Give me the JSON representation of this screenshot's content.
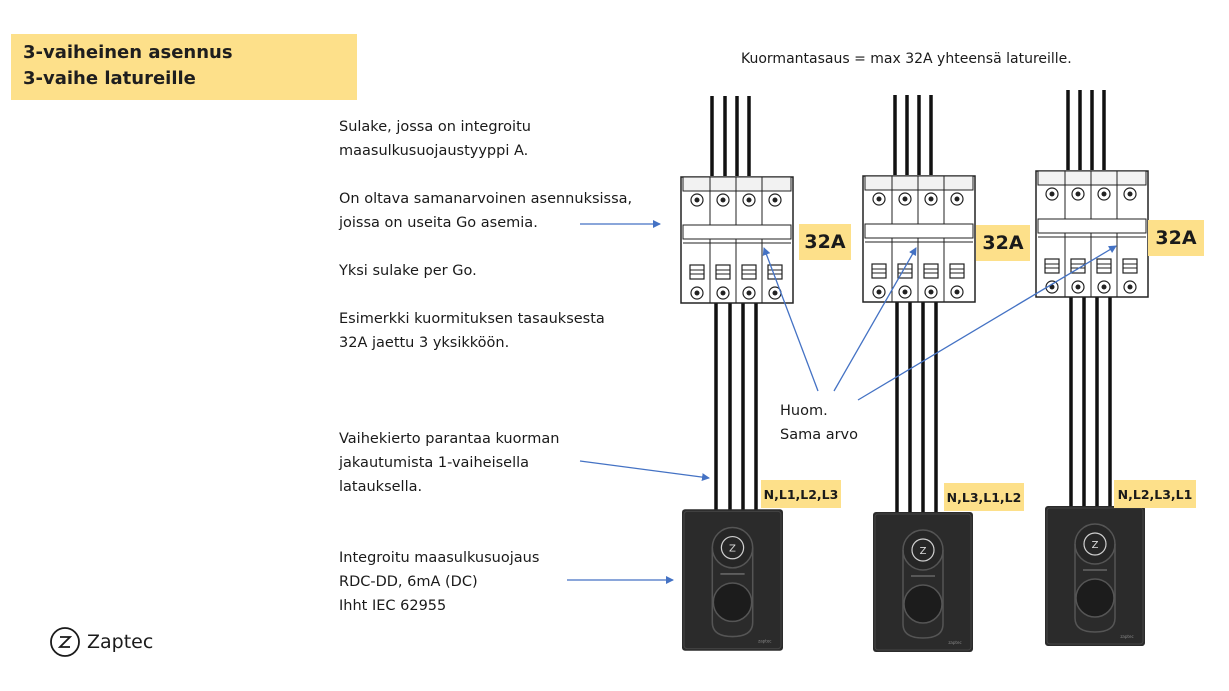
{
  "title": {
    "line1": "3-vaiheinen asennus",
    "line2": "3-vaihe latureille"
  },
  "header_note": "Kuormantasaus = max 32A yhteensä latureille.",
  "left_notes": {
    "fuse": [
      "Sulake, jossa on integroitu",
      "maasulkusuojaustyyppi A."
    ],
    "same_value": [
      "On oltava samanarvoinen asennuksissa,",
      "joissa on useita Go asemia."
    ],
    "one_fuse": [
      "Yksi sulake per Go."
    ],
    "example": [
      "Esimerkki kuormituksen tasauksesta",
      "32A jaettu 3 yksikköön."
    ],
    "phase_rotation": [
      "Vaihekierto parantaa kuorman",
      "jakautumista 1-vaiheisella",
      "latauksella."
    ],
    "rdc": [
      "Integroitu maasulkusuojaus",
      "RDC-DD, 6mA (DC)",
      "Ihht IEC 62955"
    ]
  },
  "huom": [
    "Huom.",
    "Sama arvo"
  ],
  "breaker_ratings": [
    "32A",
    "32A",
    "32A"
  ],
  "phase_orders": [
    "N,L1,L2,L3",
    "N,L3,L1,L2",
    "N,L2,L3,L1"
  ],
  "logo": {
    "icon": "zaptec-z-icon",
    "text": "Zaptec"
  },
  "colors": {
    "highlight": "#fde08a",
    "arrow": "#4472c4",
    "charger": "#2b2b2b"
  }
}
